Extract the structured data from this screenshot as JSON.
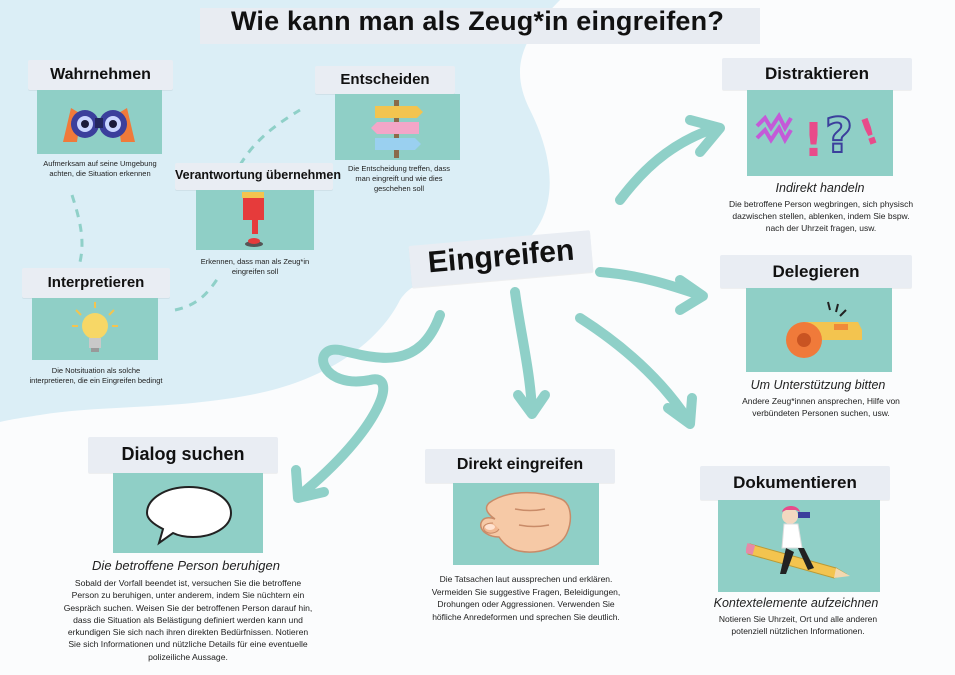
{
  "title": "Wie kann man als Zeug*in eingreifen?",
  "center": "Eingreifen",
  "steps": {
    "wahrnehmen": {
      "title": "Wahrnehmen",
      "text": "Aufmerksam auf seine Umgebung achten, die Situation erkennen"
    },
    "entscheiden": {
      "title": "Entscheiden",
      "text": "Die Entscheidung treffen, dass man eingreift und wie dies geschehen soll"
    },
    "verantwortung": {
      "title": "Verantwortung übernehmen",
      "text": "Erkennen, dass man als Zeug*in eingreifen soll"
    },
    "interpretieren": {
      "title": "Interpretieren",
      "text": "Die Notsituation als solche interpretieren, die ein Eingreifen bedingt"
    }
  },
  "actions": {
    "distraktieren": {
      "title": "Distraktieren",
      "subtitle": "Indirekt handeln",
      "text": "Die betroffene Person wegbringen, sich physisch dazwischen stellen, ablenken, indem Sie bspw. nach der Uhrzeit fragen, usw."
    },
    "delegieren": {
      "title": "Delegieren",
      "subtitle": "Um Unterstützung bitten",
      "text": "Andere Zeug*innen ansprechen, Hilfe von verbündeten Personen suchen, usw."
    },
    "dokumentieren": {
      "title": "Dokumentieren",
      "subtitle": "Kontextelemente aufzeichnen",
      "text": "Notieren Sie Uhrzeit, Ort und alle anderen potenziell nützlichen Informationen."
    },
    "direkt": {
      "title": "Direkt eingreifen",
      "text": "Die Tatsachen laut aussprechen und erklären. Vermeiden Sie suggestive Fragen, Beleidigungen, Drohungen oder Aggressionen. Verwenden Sie höfliche Anredeformen und sprechen Sie deutlich."
    },
    "dialog": {
      "title": "Dialog suchen",
      "subtitle": "Die betroffene Person beruhigen",
      "text": "Sobald der Vorfall beendet ist, versuchen Sie die betroffene Person zu beruhigen, unter anderem, indem Sie nüchtern ein Gespräch suchen. Weisen Sie der betroffenen Person darauf hin, dass die Situation als Belästigung definiert werden kann und erkundigen Sie sich nach ihren direkten Bedürfnissen. Notieren Sie sich Informationen und nützliche Details für eine eventuelle polizeiliche Aussage."
    }
  },
  "colors": {
    "card": "#8fcfc6",
    "blob": "#dbeef6",
    "arrow": "#8fd0c8",
    "tape": "#e9edf3"
  }
}
